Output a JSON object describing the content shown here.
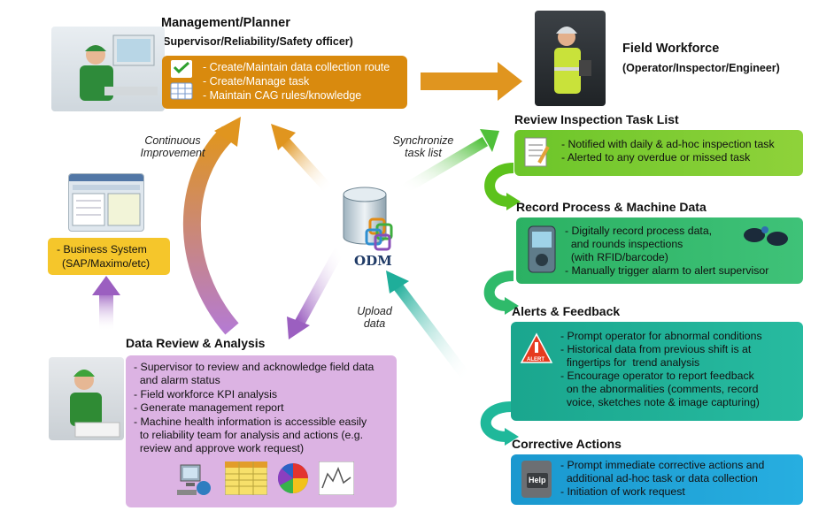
{
  "management": {
    "title": "Management/Planner",
    "subtitle": "(Supervisor/Reliability/Safety officer)",
    "items": [
      "- Create/Maintain data collection route",
      "- Create/Manage task",
      "- Maintain CAG rules/knowledge"
    ]
  },
  "field": {
    "title": "Field Workforce",
    "subtitle": "(Operator/Inspector/Engineer)"
  },
  "center": {
    "logo": "ODM",
    "sync_label_1": "Synchronize",
    "sync_label_2": "task list",
    "upload_label_1": "Upload",
    "upload_label_2": "data",
    "ci_label_1": "Continuous",
    "ci_label_2": "Improvement"
  },
  "business": {
    "line1": "- Business System",
    "line2": "(SAP/Maximo/etc)"
  },
  "review_task": {
    "title": "Review Inspection Task List",
    "items": [
      "- Notified with daily & ad-hoc inspection task",
      "- Alerted to any overdue or missed task"
    ]
  },
  "record": {
    "title": "Record Process & Machine Data",
    "items": [
      "- Digitally record process data,",
      "  and rounds inspections",
      "  (with RFID/barcode)",
      "- Manually trigger alarm to alert supervisor"
    ]
  },
  "alerts": {
    "title": "Alerts & Feedback",
    "alert_icon_text": "ALERT",
    "items": [
      "- Prompt operator for abnormal conditions",
      "- Historical data from previous shift is at",
      "  fingertips for  trend analysis",
      "- Encourage operator to report feedback",
      "  on the abnormalities (comments, record",
      "  voice, sketches note & image capturing)"
    ]
  },
  "corrective": {
    "title": "Corrective Actions",
    "help_icon_text": "Help",
    "items": [
      "- Prompt immediate corrective actions and",
      "  additional ad-hoc task or data collection",
      "- Initiation of work request"
    ]
  },
  "analysis": {
    "title": "Data Review & Analysis",
    "items": [
      "- Supervisor to review and acknowledge field data",
      "  and alarm status",
      "- Field workforce KPI analysis",
      "- Generate management report",
      "- Machine health information is accessible easily",
      "  to reliability team for analysis and actions (e.g.",
      "  review and approve work request)"
    ]
  },
  "colors": {
    "orange": "#d98a0e",
    "orange_arrow": "#e0951f",
    "green": "#5cc21c",
    "green_mid": "#33b865",
    "teal": "#1fb89a",
    "blue": "#1aa3d6",
    "purple": "#9b6bc4",
    "purple_box": "#dcb3e3",
    "yellow": "#f5c62b"
  }
}
